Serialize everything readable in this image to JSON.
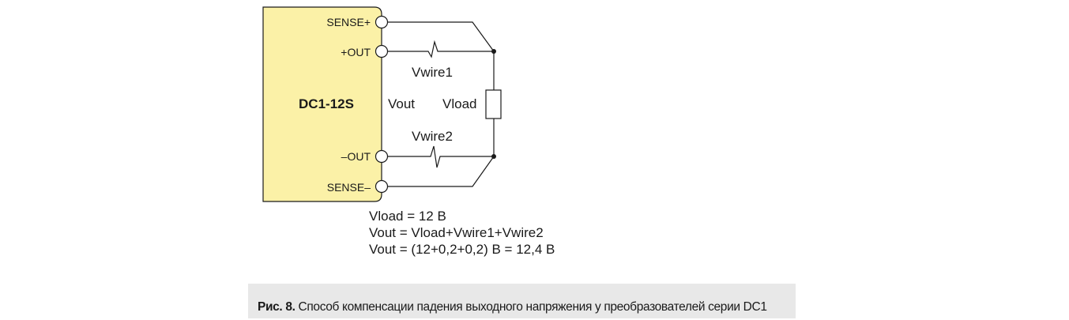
{
  "diagram": {
    "converter_label": "DC1-12S",
    "pins": {
      "sense_plus": "SENSE+",
      "out_plus": "+OUT",
      "out_minus": "–OUT",
      "sense_minus": "SENSE–"
    },
    "labels": {
      "vout": "Vout",
      "vload": "Vload",
      "vwire1": "Vwire1",
      "vwire2": "Vwire2"
    },
    "colors": {
      "converter_fill": "#fbf1a7",
      "line": "#1a1a1a"
    }
  },
  "formulas": [
    "Vload = 12 В",
    "Vout = Vload+Vwire1+Vwire2",
    "Vout = (12+0,2+0,2) В = 12,4 В"
  ],
  "caption": {
    "label": "Рис. 8.",
    "text": "Способ компенсации падения выходного напряжения у преобразователей серии DC1",
    "background": "#e8e8e8"
  }
}
